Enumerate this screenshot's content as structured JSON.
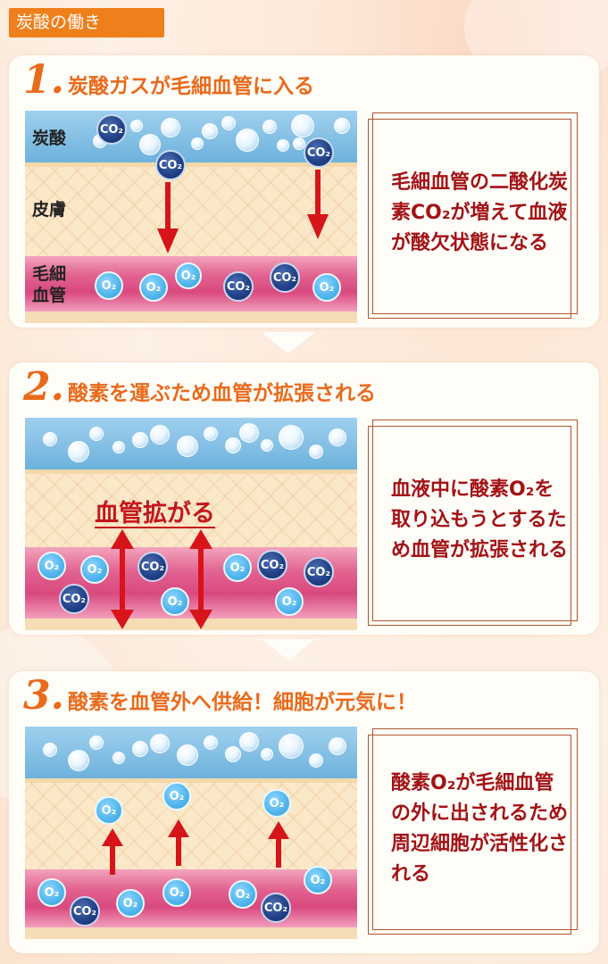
{
  "title": "炭酸の働き",
  "steps": [
    {
      "number": "1.",
      "heading": "炭酸ガスが毛細血管に入る",
      "labels": {
        "carbonic": "炭酸",
        "skin": "皮膚",
        "capillary_line1": "毛細",
        "capillary_line2": "血管"
      },
      "description": "毛細血管の二酸化炭素CO₂が増えて血液が酸欠状態になる"
    },
    {
      "number": "2.",
      "heading": "酸素を運ぶため血管が拡張される",
      "overlay_label": "血管拡がる",
      "description": "血液中に酸素O₂を取り込もうとするため血管が拡張される"
    },
    {
      "number": "3.",
      "heading": "酸素を血管外へ供給！細胞が元気に！",
      "description": "酸素O₂が毛細血管の外に出されるため周辺細胞が活性化される"
    }
  ],
  "molecules": {
    "o2": "O₂",
    "co2": "CO₂"
  },
  "colors": {
    "accent": "#e96a1b",
    "tag_bg": "#ef7f1a",
    "description_text": "#a31216",
    "arrow": "#d7141a"
  }
}
